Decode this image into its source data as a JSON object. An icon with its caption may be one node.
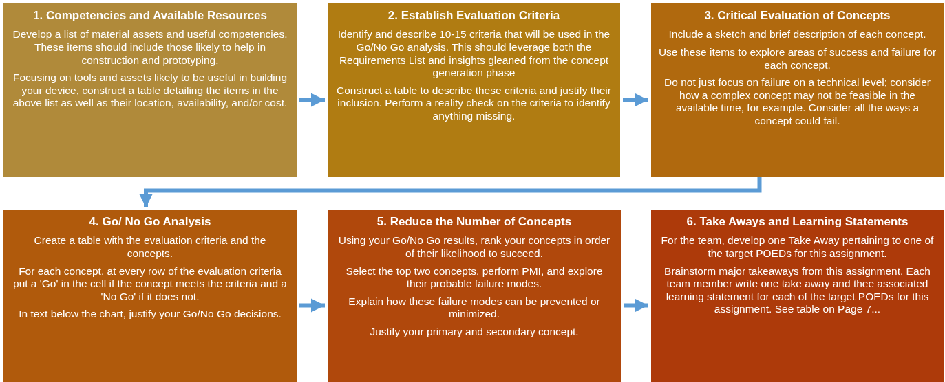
{
  "diagram": {
    "nodes": [
      {
        "text": [
          "1.  Competencies and Available Resources",
          "Develop a list of material assets and useful competencies. These items should include those likely to help in construction and prototyping.",
          "Focusing on tools and assets likely to be useful in building your device, construct a table detailing the items in the above list as well as their location, availability, and/or cost."
        ]
      },
      {
        "text": [
          "2. Establish Evaluation Criteria",
          "Identify and describe 10-15 criteria that will be used in the Go/No Go analysis.  This should leverage both the Requirements List and insights gleaned from the concept generation phase",
          "Construct a table to describe these criteria and justify their inclusion.  Perform a reality check on the criteria to identify anything missing."
        ]
      },
      {
        "text": [
          "3. Critical Evaluation of Concepts",
          "Include a sketch and brief description of each concept.",
          "Use these items to explore areas of success and failure for each concept.",
          "Do not just focus on failure on a technical level; consider how a complex concept may not be feasible in the available time, for example.  Consider all the ways a concept could fail."
        ]
      },
      {
        "text": [
          "4. Go/ No Go Analysis",
          "Create a table with the evaluation criteria and the concepts.",
          "For each concept, at every row of the evaluation criteria put a 'Go' in the cell if the concept meets the criteria and a 'No Go' if it does not.",
          "In text below the chart, justify your Go/No Go decisions."
        ]
      },
      {
        "text": [
          "5. Reduce the Number of Concepts",
          "Using your Go/No Go results, rank your concepts in order of their likelihood to succeed.",
          "Select the top two concepts, perform PMI, and explore their probable failure modes.",
          "Explain how these failure modes can be prevented or minimized.",
          "Justify your primary and secondary concept."
        ]
      },
      {
        "text": [
          "6. Take Aways and Learning Statements",
          "For the team, develop one Take Away pertaining to one of the target POEDs for this assignment.",
          "Brainstorm major takeaways from this assignment.   Each team member write one take away and thee associated learning statement for each of the target POEDs for this assignment.  See table on Page 7..."
        ]
      }
    ],
    "edges": [
      {
        "from": 0,
        "to": 1,
        "arrow": "to"
      },
      {
        "from": 1,
        "to": 2,
        "arrow": "to"
      },
      {
        "from": 2,
        "to": 3,
        "arrow": "to"
      },
      {
        "from": 3,
        "to": 4,
        "arrow": "to"
      },
      {
        "from": 4,
        "to": 5,
        "arrow": "to"
      }
    ]
  }
}
